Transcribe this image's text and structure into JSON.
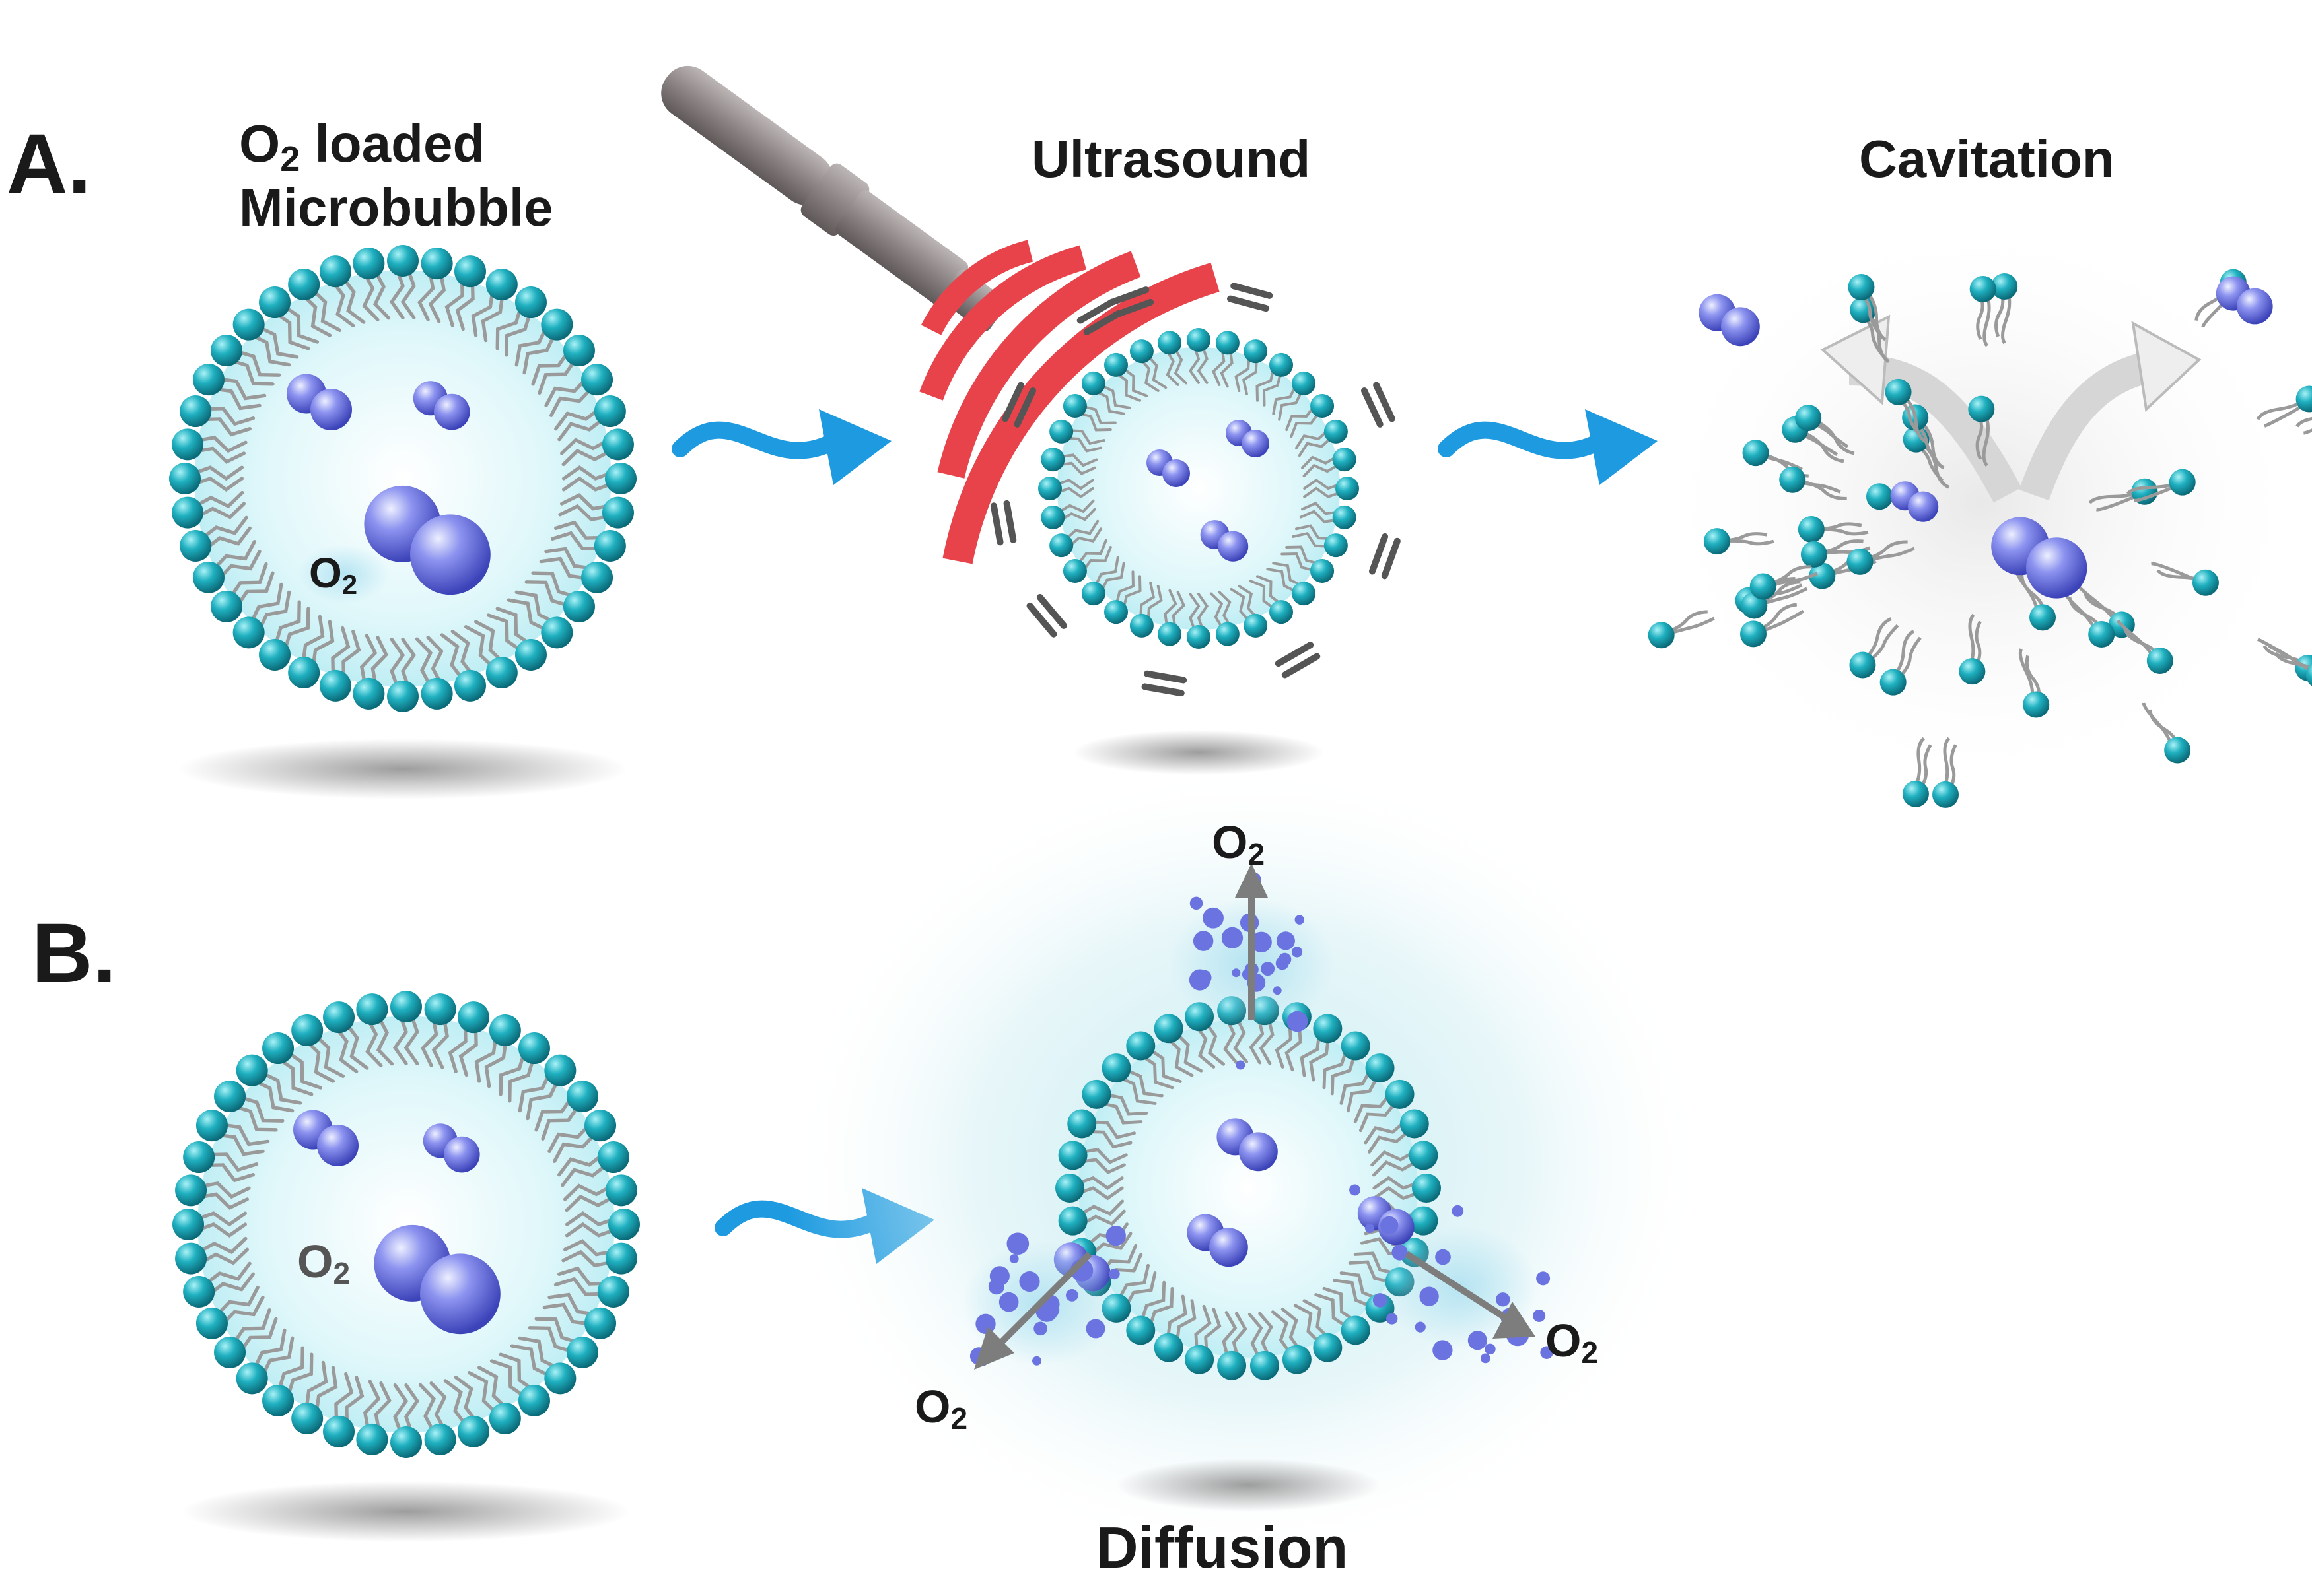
{
  "panel_a": {
    "letter": "A.",
    "stage1_title_line1": "O",
    "stage1_title_sub": "2",
    "stage1_title_rest": " loaded",
    "stage1_title_line2": "Microbubble",
    "stage1_gas_label": "O",
    "stage1_gas_sub": "2",
    "stage2_title": "Ultrasound",
    "stage3_title": "Cavitation"
  },
  "panel_b": {
    "letter": "B.",
    "stage1_gas_label": "O",
    "stage1_gas_sub": "2",
    "release_top_label": "O",
    "release_top_sub": "2",
    "release_left_label": "O",
    "release_left_sub": "2",
    "release_right_label": "O",
    "release_right_sub": "2",
    "stage2_title": "Diffusion"
  },
  "colors": {
    "head": "#1fa8b8",
    "head_dark": "#0d6f7e",
    "tail": "#9a9a9a",
    "core": "#d6f4f8",
    "o2": "#6b73e0",
    "arrow": "#1e9be0",
    "ultrasound": "#e8434b",
    "probe": "#8a8484"
  }
}
